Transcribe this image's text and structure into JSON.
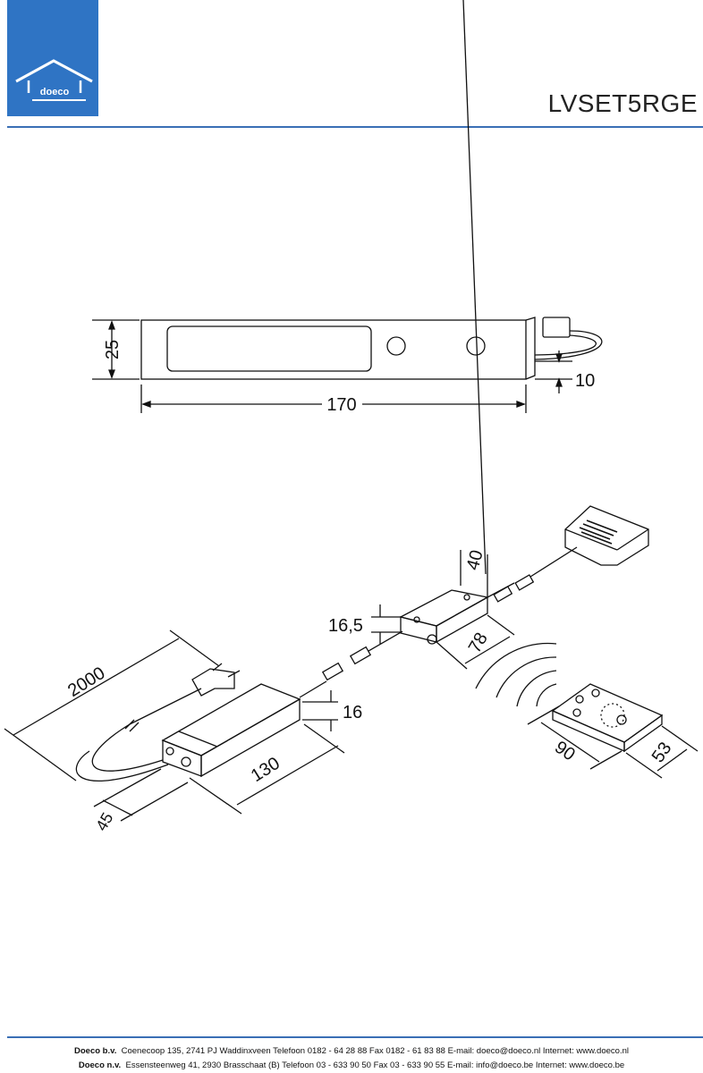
{
  "header": {
    "logo_text": "doeco",
    "product_code": "LVSET5RGE",
    "brand_color": "#2f74c4"
  },
  "drawing": {
    "bar_light": {
      "height": "25",
      "length": "170",
      "depth": "10"
    },
    "driver": {
      "cable_length": "2000",
      "length": "130",
      "width": "45",
      "height": "16"
    },
    "receiver": {
      "height": "16,5",
      "width": "40",
      "length": "78"
    },
    "remote": {
      "length": "90",
      "width": "53"
    }
  },
  "footer": {
    "line1_company": "Doeco b.v.",
    "line1_text": "Coenecoop 135,  2741 PJ Waddinxveen  Telefoon 0182 - 64 28 88  Fax 0182 - 61 83 88  E-mail: doeco@doeco.nl  Internet: www.doeco.nl",
    "line2_company": "Doeco n.v.",
    "line2_text": "Essensteenweg 41, 2930  Brasschaat (B)  Telefoon 03 - 633 90 50  Fax 03 - 633 90 55  E-mail: info@doeco.be  Internet: www.doeco.be"
  }
}
